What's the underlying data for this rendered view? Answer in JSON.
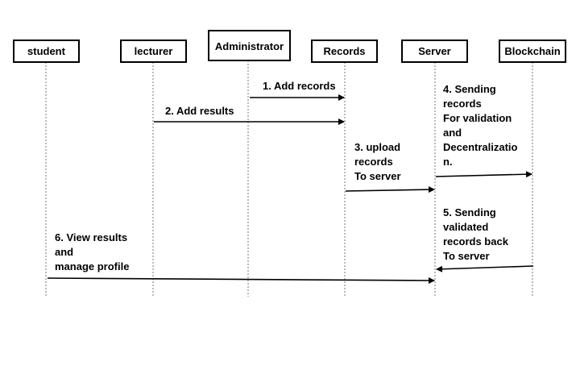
{
  "actors": [
    {
      "id": "student",
      "label": "student"
    },
    {
      "id": "lecturer",
      "label": "lecturer"
    },
    {
      "id": "administrator",
      "label": "Administrator"
    },
    {
      "id": "records",
      "label": "Records"
    },
    {
      "id": "server",
      "label": "Server"
    },
    {
      "id": "blockchain",
      "label": "Blockchain"
    }
  ],
  "messages": [
    {
      "id": "msg1",
      "from": "administrator",
      "to": "records",
      "lines": [
        "1. Add records"
      ]
    },
    {
      "id": "msg2",
      "from": "lecturer",
      "to": "records",
      "lines": [
        "2. Add results"
      ]
    },
    {
      "id": "msg3",
      "from": "records",
      "to": "server",
      "lines": [
        "3. upload",
        "records",
        "To server"
      ]
    },
    {
      "id": "msg4",
      "from": "server",
      "to": "blockchain",
      "lines": [
        "4. Sending",
        "records",
        "For validation",
        "and",
        "Decentralizatio",
        "n."
      ]
    },
    {
      "id": "msg5",
      "from": "blockchain",
      "to": "server",
      "lines": [
        "5. Sending",
        "validated",
        "records back",
        "To server"
      ]
    },
    {
      "id": "msg6",
      "from": "student",
      "to": "server",
      "lines": [
        "6. View results",
        "and",
        "manage profile"
      ]
    }
  ]
}
